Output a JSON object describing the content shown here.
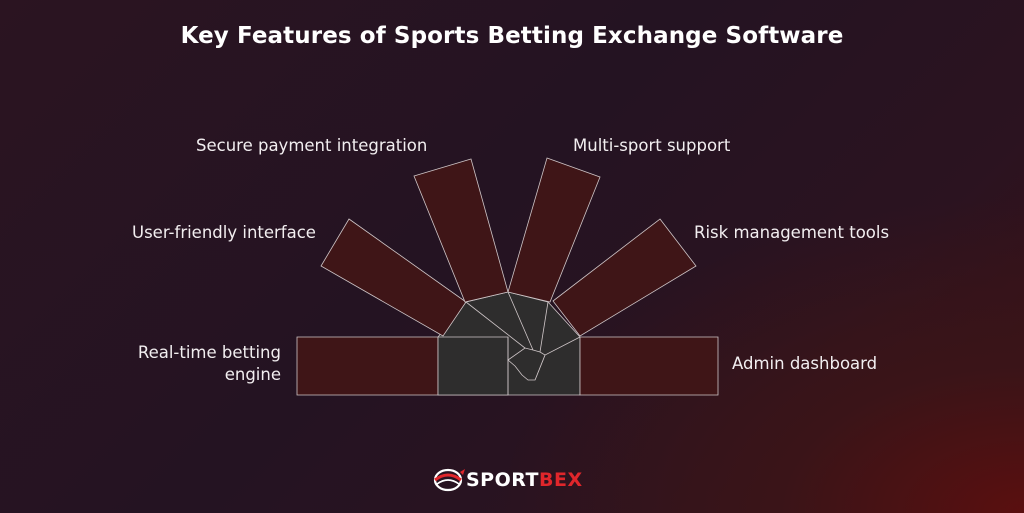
{
  "title": "Key Features of Sports Betting Exchange Software",
  "features": [
    {
      "label": "Real-time betting engine"
    },
    {
      "label": "User-friendly interface"
    },
    {
      "label": "Secure payment integration"
    },
    {
      "label": "Multi-sport support"
    },
    {
      "label": "Risk management tools"
    },
    {
      "label": "Admin dashboard"
    }
  ],
  "brand": {
    "name_part1": "SPORT",
    "name_part2": "BEX"
  },
  "colors": {
    "blade_fill": "#3f1517",
    "hub_fill": "#2e2d2d",
    "edge": "#cfc6c8",
    "brand_red": "#e0262b"
  }
}
